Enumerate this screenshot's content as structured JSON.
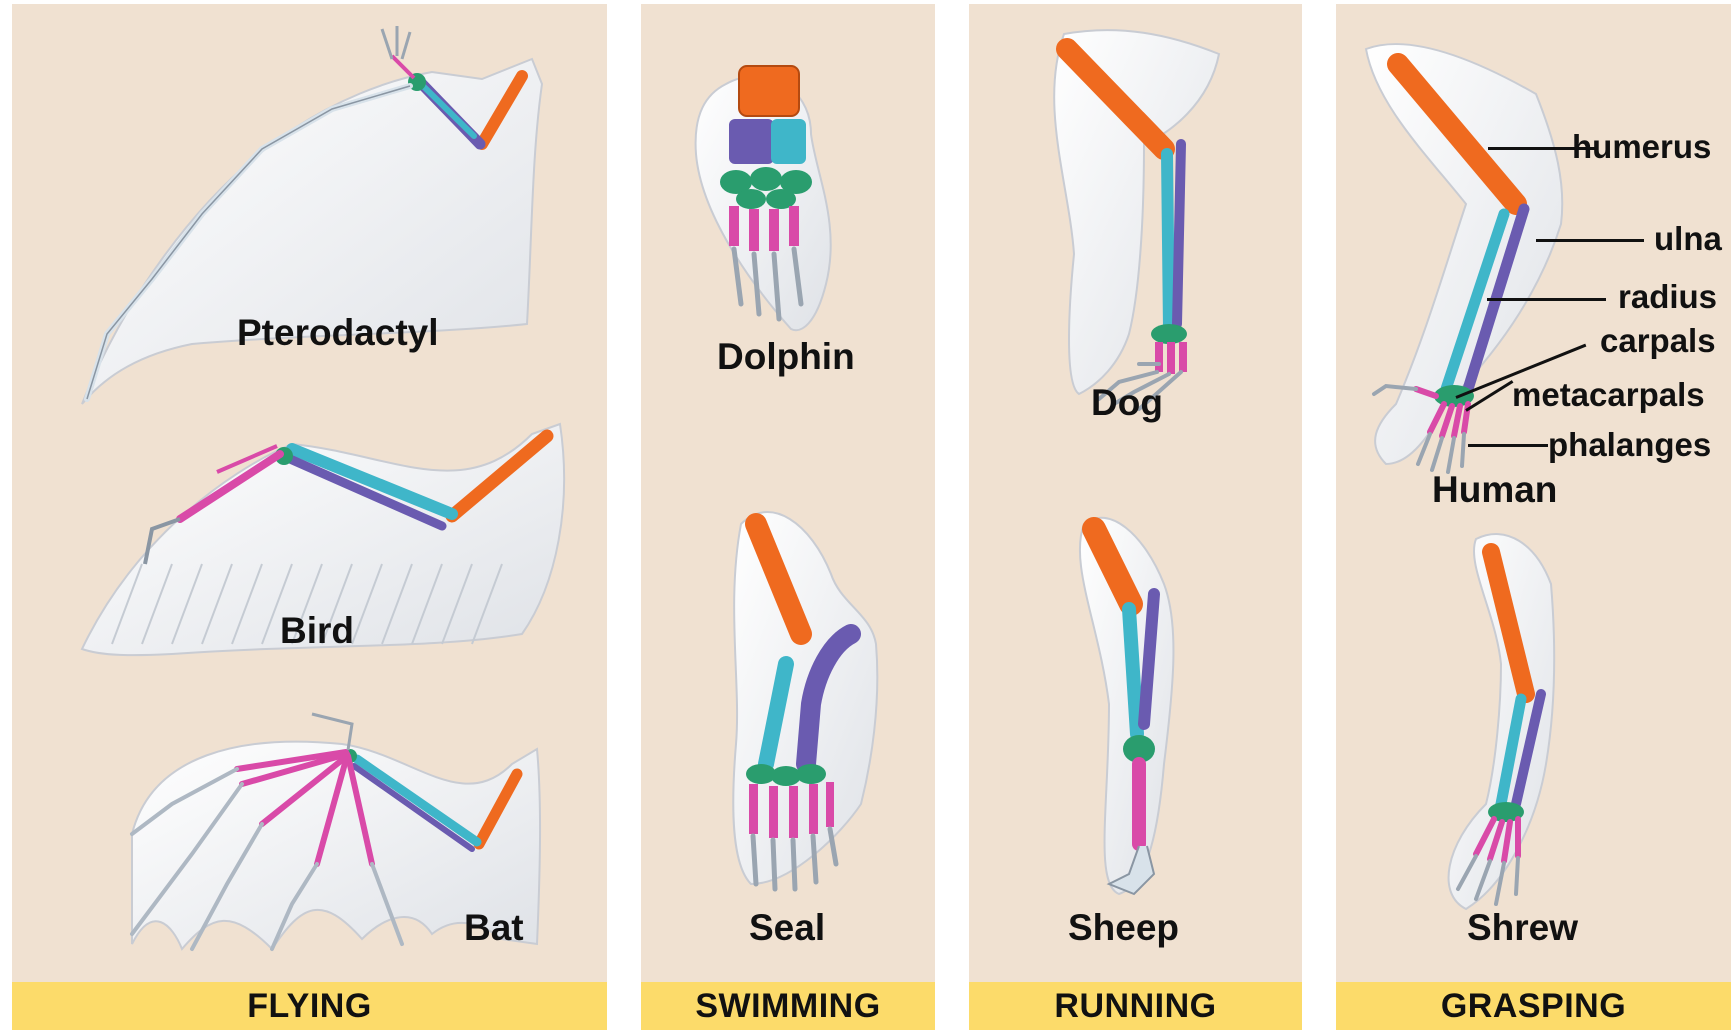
{
  "panels": [
    {
      "footer": "FLYING",
      "animals": [
        "Pterodactyl",
        "Bird",
        "Bat"
      ]
    },
    {
      "footer": "SWIMMING",
      "animals": [
        "Dolphin",
        "Seal"
      ]
    },
    {
      "footer": "RUNNING",
      "animals": [
        "Dog",
        "Sheep"
      ]
    },
    {
      "footer": "GRASPING",
      "animals": [
        "Human",
        "Shrew"
      ]
    }
  ],
  "bone_labels": [
    "humerus",
    "ulna",
    "radius",
    "carpals",
    "metacarpals",
    "phalanges"
  ],
  "colors": {
    "background": "#f0e1d1",
    "footer": "#fcdb6a",
    "humerus": "#ef6a1f",
    "radius": "#3fb6c9",
    "ulna": "#6a5bb0",
    "carpals": "#2a9d6e",
    "metacarpals": "#d94aa8",
    "phalanges": "#d8e2ea",
    "skin": "#f1f2f4"
  }
}
